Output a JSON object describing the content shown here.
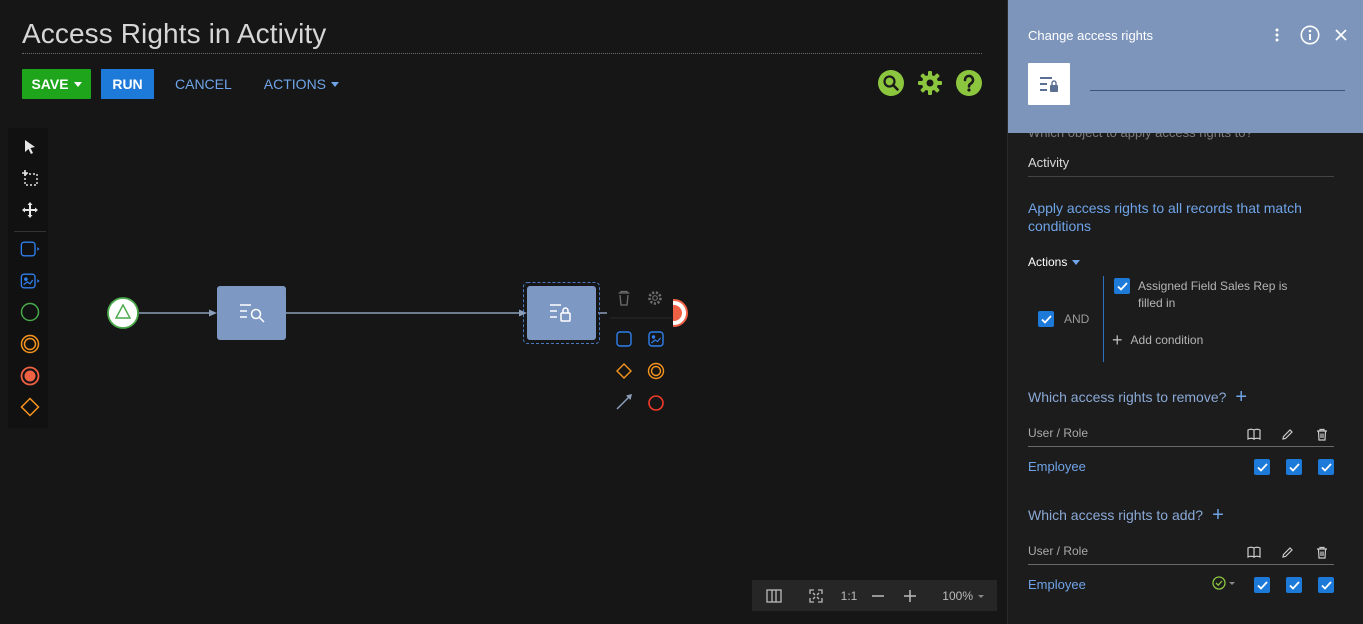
{
  "page": {
    "title": "Access Rights in Activity"
  },
  "toolbar": {
    "save_label": "SAVE",
    "run_label": "RUN",
    "cancel_label": "CANCEL",
    "actions_label": "ACTIONS"
  },
  "top_icons": [
    "search-icon",
    "settings-gear-icon",
    "help-icon"
  ],
  "tool_palette": [
    "pointer-icon",
    "marquee-select-icon",
    "pan-icon",
    "task-icon",
    "subprocess-icon",
    "start-event-icon",
    "intermediate-event-icon",
    "end-event-icon",
    "gateway-icon"
  ],
  "context_menu": {
    "icons": [
      "delete-icon",
      "settings-gear-icon",
      "task-icon",
      "subprocess-icon",
      "gateway-icon",
      "intermediate-event-icon",
      "flow-arrow-icon",
      "end-event-icon"
    ]
  },
  "zoom_bar": {
    "fit_ratio_label": "1:1",
    "zoom_level": "100%"
  },
  "colors": {
    "accent_blue": "#1d7ad9",
    "save_green": "#1fa51c",
    "panel_header": "#7d95bb",
    "link_blue": "#6fa4e8",
    "help_green": "#8cc63f",
    "node_fill": "#7e98c4"
  },
  "panel": {
    "title": "Change access rights",
    "header_icons": [
      "more-vert-icon",
      "info-icon",
      "close-icon"
    ],
    "object_hint": "Which object to apply access rights to?",
    "object_value": "Activity",
    "apply_link": "Apply access rights to all records that match conditions",
    "actions_label": "Actions",
    "and_label": "AND",
    "condition": "Assigned Field Sales Rep is filled in",
    "add_condition": "Add condition",
    "remove_section": {
      "title": "Which access rights to remove?",
      "col_user_role": "User / Role",
      "rows": [
        {
          "role": "Employee",
          "read": true,
          "edit": true,
          "delete": true
        }
      ]
    },
    "add_section": {
      "title": "Which access rights to add?",
      "col_user_role": "User / Role",
      "rows": [
        {
          "role": "Employee",
          "read": true,
          "edit": true,
          "delete": true
        }
      ]
    }
  }
}
